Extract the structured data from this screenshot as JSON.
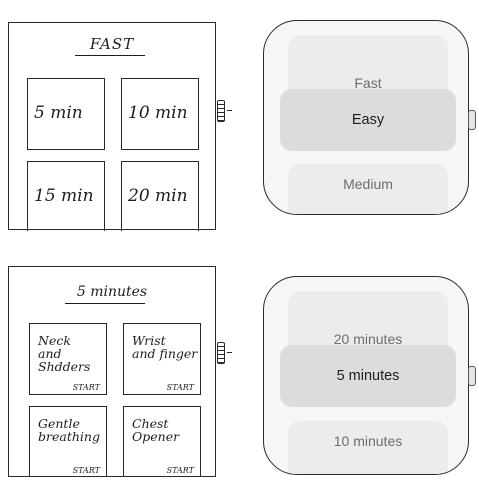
{
  "sketch1": {
    "title": "FAST",
    "cards": [
      {
        "label": "5 min"
      },
      {
        "label": "10 min"
      },
      {
        "label": "15 min"
      },
      {
        "label": "20 min"
      }
    ]
  },
  "watch1": {
    "items": [
      "Fast",
      "Easy",
      "Medium"
    ],
    "selected": "Easy"
  },
  "sketch2": {
    "title": "5 minutes",
    "cards": [
      {
        "label": "Neck\nand\nShdders",
        "action": "START"
      },
      {
        "label": "Wrist\nand finger",
        "action": "START"
      },
      {
        "label": "Gentle\nbreathing",
        "action": "START"
      },
      {
        "label": "Chest\nOpener",
        "action": "START"
      }
    ]
  },
  "watch2": {
    "items": [
      "20 minutes",
      "5 minutes",
      "10 minutes"
    ],
    "selected": "5 minutes"
  }
}
